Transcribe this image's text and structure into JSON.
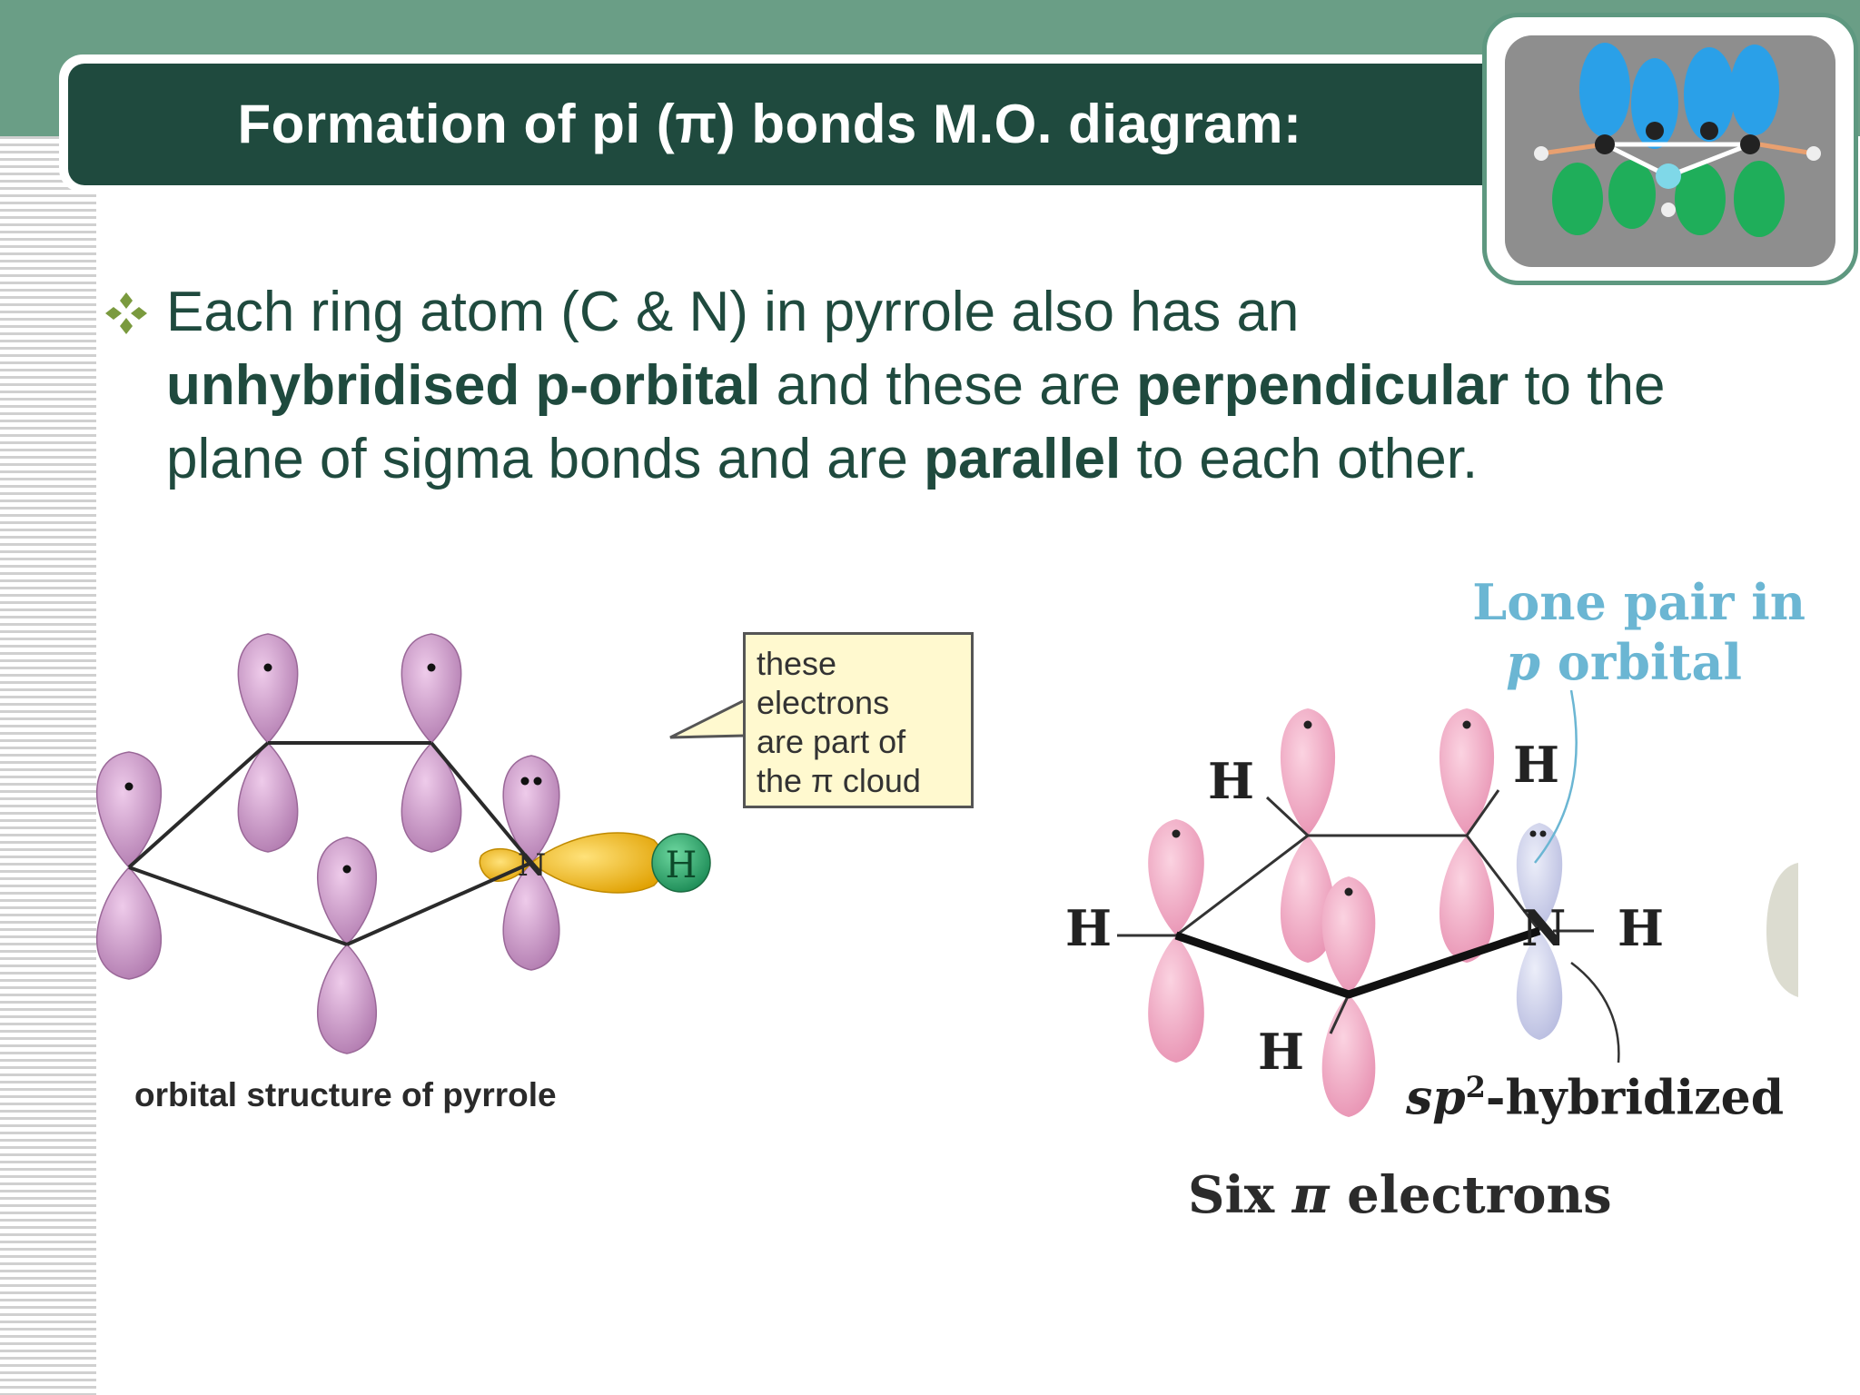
{
  "slide": {
    "title": "Formation of pi (π) bonds M.O. diagram:",
    "bullet": {
      "line1": "Each ring atom (C & N) in pyrrole also has an",
      "bold1": "unhybridised p-orbital",
      "mid1": " and these are ",
      "bold2": "perpendicular",
      "mid2": " to the plane of sigma bonds and are ",
      "bold3": "parallel",
      "end": " to each other."
    }
  },
  "left_figure": {
    "caption": "orbital structure of pyrrole",
    "callout_lines": [
      "these",
      "electrons",
      "are part of",
      "the π cloud"
    ],
    "nh_label": "H"
  },
  "right_figure": {
    "lone_pair_line1": "Lone pair in",
    "lone_pair_line2_italic": "p",
    "lone_pair_line2_rest": " orbital",
    "sp2_italic": "sp",
    "sp2_sup": "2",
    "sp2_rest": "-hybridized",
    "six_label_a": "Six ",
    "six_label_pi": "π",
    "six_label_b": " electrons",
    "atoms": {
      "h_top_left": "H",
      "h_top_right": "H",
      "h_left": "H",
      "h_bottom": "H",
      "n": "N",
      "h_n": "H"
    }
  },
  "colors": {
    "header_band": "#6a9e86",
    "title_bar": "#1f4a3e",
    "body_text": "#1f4a3e",
    "orbital_left": "#c98fc8",
    "orbital_right": "#f2a9c3",
    "lone_pair_text": "#6bb6d3"
  }
}
